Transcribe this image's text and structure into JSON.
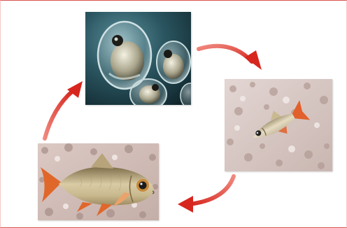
{
  "diagram": {
    "type": "life-cycle",
    "stages": [
      {
        "name": "eggs",
        "icon": "fish-eggs-photo"
      },
      {
        "name": "juvenile",
        "icon": "juvenile-fish-photo"
      },
      {
        "name": "adult",
        "icon": "adult-fish-photo"
      }
    ],
    "arrows": [
      {
        "from": "eggs",
        "to": "juvenile"
      },
      {
        "from": "juvenile",
        "to": "adult"
      },
      {
        "from": "adult",
        "to": "eggs"
      }
    ]
  },
  "colors": {
    "frame_border": "#d9534f",
    "arrow": "#d7261e",
    "arrow_light": "#f08a80",
    "egg_background": "#163640",
    "gravel": "#d9c9c4"
  }
}
